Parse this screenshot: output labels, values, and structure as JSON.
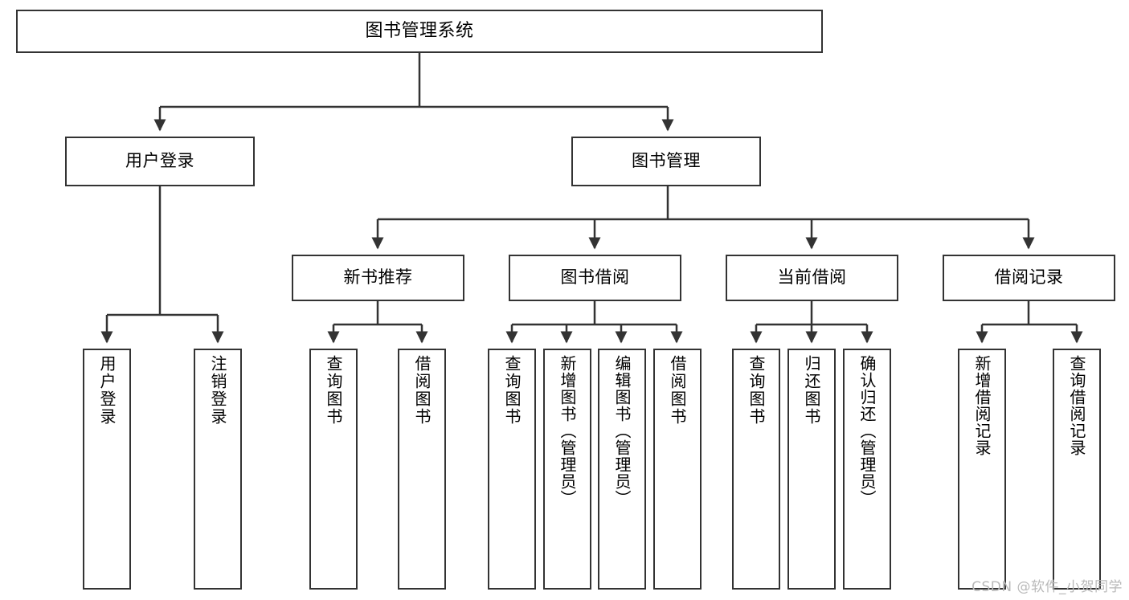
{
  "diagram": {
    "title": "图书管理系统",
    "type": "tree-hierarchy",
    "root": {
      "id": "root",
      "label": "图书管理系统"
    },
    "level2": [
      {
        "id": "user-login",
        "label": "用户登录"
      },
      {
        "id": "book-management",
        "label": "图书管理"
      }
    ],
    "level3": [
      {
        "id": "new-book-recommend",
        "label": "新书推荐",
        "parent": "book-management"
      },
      {
        "id": "book-borrow",
        "label": "图书借阅",
        "parent": "book-management"
      },
      {
        "id": "current-borrow",
        "label": "当前借阅",
        "parent": "book-management"
      },
      {
        "id": "borrow-record",
        "label": "借阅记录",
        "parent": "book-management"
      }
    ],
    "leaves": {
      "user_login": [
        {
          "id": "leaf-user-login",
          "label": "用户登录"
        },
        {
          "id": "leaf-logout-login",
          "label": "注销登录"
        }
      ],
      "new_book_recommend": [
        {
          "id": "leaf-query-book-1",
          "label": "查询图书"
        },
        {
          "id": "leaf-borrow-book-1",
          "label": "借阅图书"
        }
      ],
      "book_borrow": [
        {
          "id": "leaf-query-book-2",
          "label": "查询图书"
        },
        {
          "id": "leaf-add-book",
          "label": "新增图书（管理员）"
        },
        {
          "id": "leaf-edit-book",
          "label": "编辑图书（管理员）"
        },
        {
          "id": "leaf-borrow-book-2",
          "label": "借阅图书"
        }
      ],
      "current_borrow": [
        {
          "id": "leaf-query-book-3",
          "label": "查询图书"
        },
        {
          "id": "leaf-return-book",
          "label": "归还图书"
        },
        {
          "id": "leaf-confirm-return",
          "label": "确认归还（管理员）"
        }
      ],
      "borrow_record": [
        {
          "id": "leaf-add-record",
          "label": "新增借阅记录"
        },
        {
          "id": "leaf-query-record",
          "label": "查询借阅记录"
        }
      ]
    }
  },
  "watermark": {
    "text": "CSDN @软件_小贺同学"
  },
  "colors": {
    "border": "#333333",
    "background": "#ffffff",
    "text": "#000000",
    "watermark": "#b9b9b9"
  }
}
